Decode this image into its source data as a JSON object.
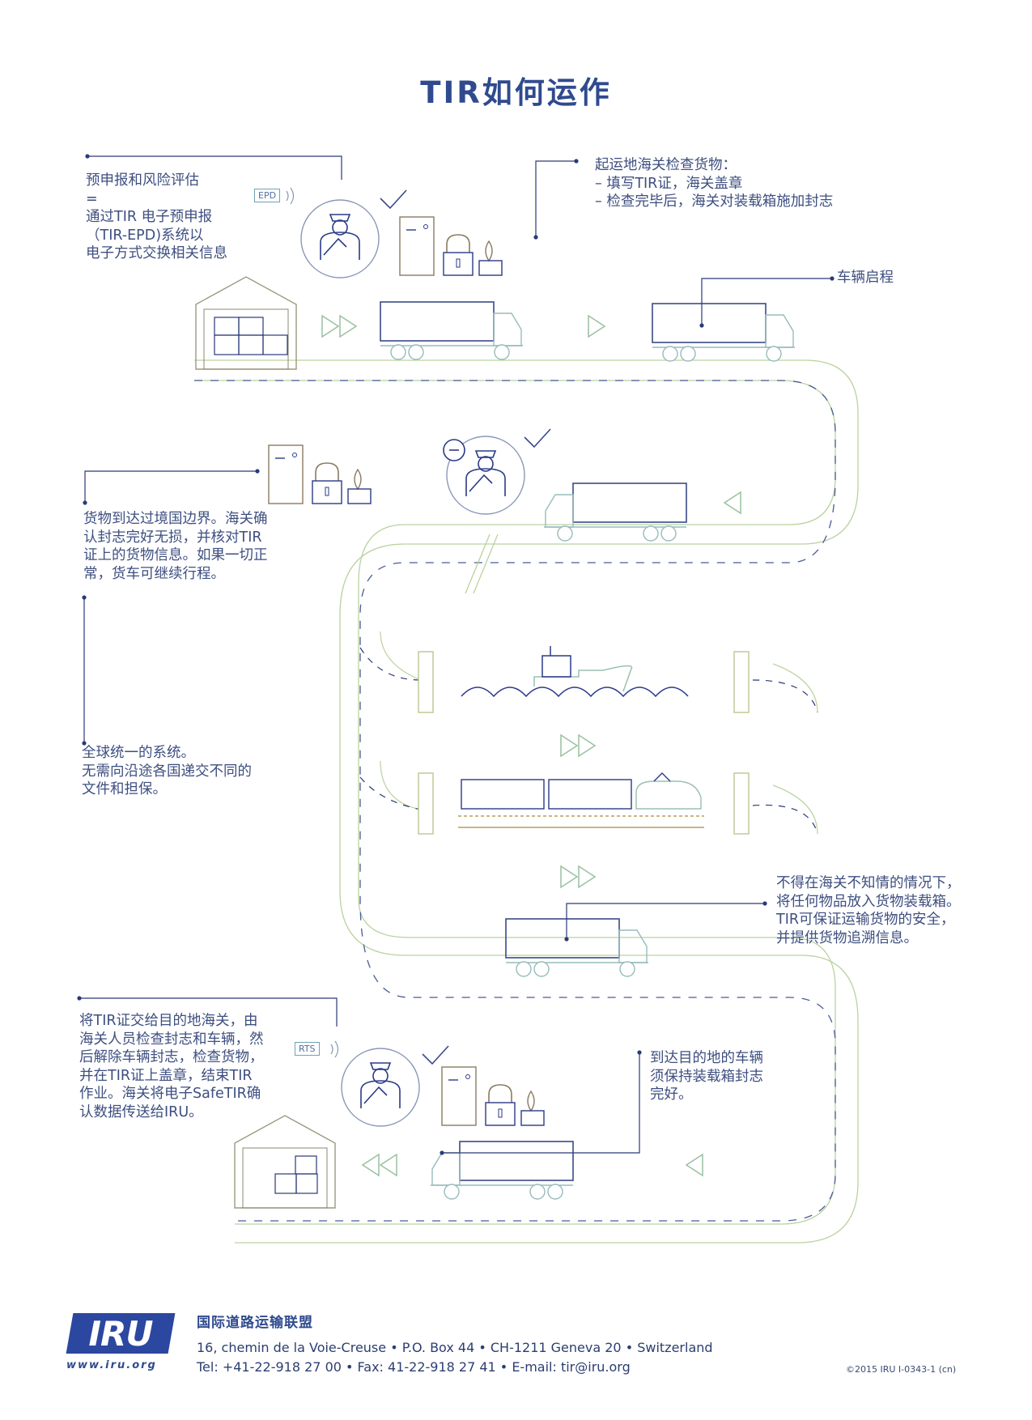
{
  "title": "TIR如何运作",
  "notes": {
    "pre_declaration": [
      "预申报和风险评估",
      "=",
      "通过TIR 电子预申报",
      "（TIR-EPD)系统以",
      "电子方式交换相关信息"
    ],
    "departure_customs": [
      "起运地海关检查货物：",
      "– 填写TIR证，海关盖章",
      "– 检查完毕后，海关对装载箱施加封志"
    ],
    "vehicle_departs": [
      "车辆启程"
    ],
    "border": [
      "货物到达过境国边界。海关确",
      "认封志完好无损，并核对TIR",
      "证上的货物信息。如果一切正",
      "常，货车可继续行程。"
    ],
    "global_system": [
      "全球统一的系统。",
      "无需向沿途各国递交不同的",
      "文件和担保。"
    ],
    "security": [
      "不得在海关不知情的情况下，",
      "将任何物品放入货物装载箱。",
      "TIR可保证运输货物的安全，",
      "并提供货物追溯信息。"
    ],
    "destination_customs": [
      "将TIR证交给目的地海关，由",
      "海关人员检查封志和车辆，然",
      "后解除车辆封志，检查货物，",
      "并在TIR证上盖章，结束TIR",
      "作业。海关将电子SafeTIR确",
      "认数据传送给IRU。"
    ],
    "arrival": [
      "到达目的地的车辆",
      "须保持装载箱封志",
      "完好。"
    ]
  },
  "icon_labels": {
    "epd": "EPD",
    "rts": "RTS"
  },
  "footer": {
    "logo": "IRU",
    "url": "www.iru.org",
    "org_name": "国际道路运输联盟",
    "address": "16, chemin de la Voie-Creuse  •  P.O. Box 44  •  CH-1211 Geneva 20  •  Switzerland",
    "contact": "Tel: +41-22-918 27 00  •  Fax: 41-22-918 27 41  •  E-mail: tir@iru.org",
    "copyright": "©2015 IRU I-0343-1 (cn)"
  },
  "colors": {
    "title": "#2f4a8e",
    "road": "#b9d3a0",
    "road_dash": "#4a5a98",
    "line": "#2a3a78",
    "accent": "#2b47a0"
  },
  "icons": [
    "customs-officer-icon",
    "checkmark-icon",
    "document-icon",
    "padlock-icon",
    "stamp-icon",
    "warehouse-icon",
    "truck-icon",
    "ship-icon",
    "train-icon",
    "fast-forward-icon",
    "play-icon",
    "back-icon"
  ]
}
